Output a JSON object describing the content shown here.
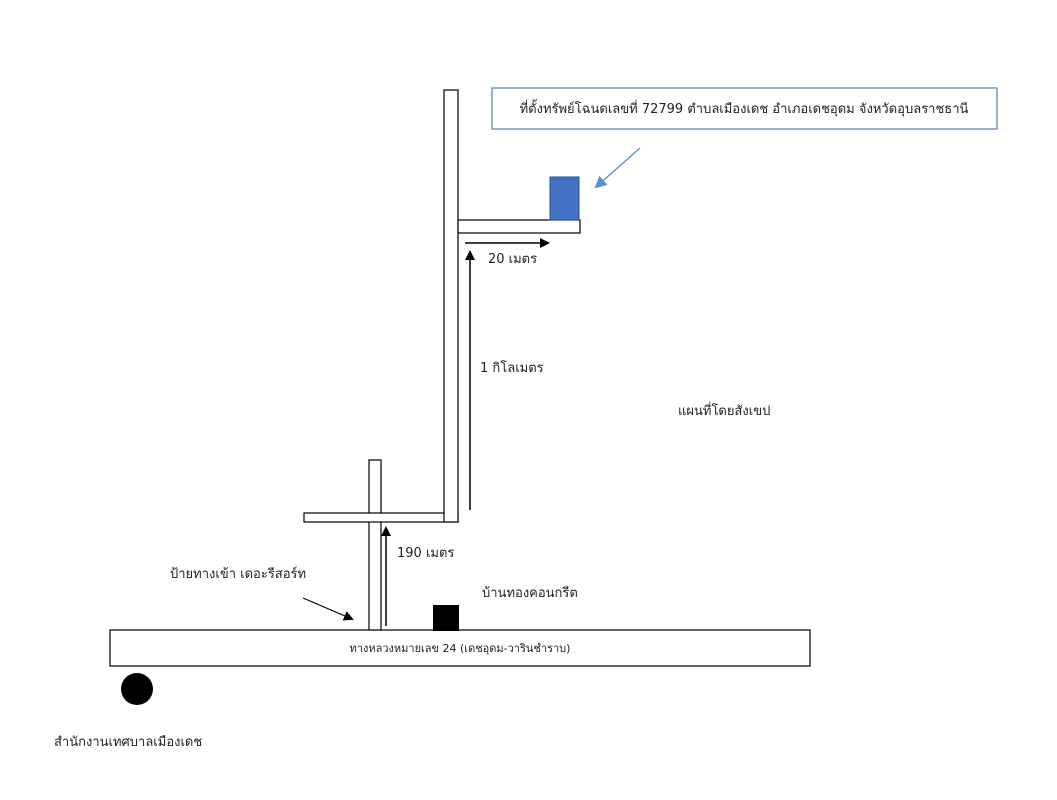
{
  "callout": {
    "text": "ที่ตั้งทรัพย์โฉนดเลขที่ 72799 ตำบลเมืองเดช อำเภอเดชอุดม จังหวัดอุบลราชธานี"
  },
  "labels": {
    "distance_20m": "20 เมตร",
    "distance_1km": "1 กิโลเมตร",
    "sketch_map": "แผนที่โดยสังเขป",
    "distance_190m": "190 เมตร",
    "entrance_sign": "ป้ายทางเข้า เดอะรีสอร์ท",
    "concrete_house": "บ้านทองคอนกรีต",
    "highway": "ทางหลวงหมายเลข 24 (เดชอุดม-วารินชำราบ)",
    "municipal_office": "สำนักงานเทศบาลเมืองเดช"
  },
  "colors": {
    "property_marker": "#4472c4",
    "callout_border": "#4a7ebb",
    "callout_arrow": "#5b8fd6",
    "road_stroke": "#000000",
    "house_marker": "#000000",
    "office_marker": "#000000"
  }
}
